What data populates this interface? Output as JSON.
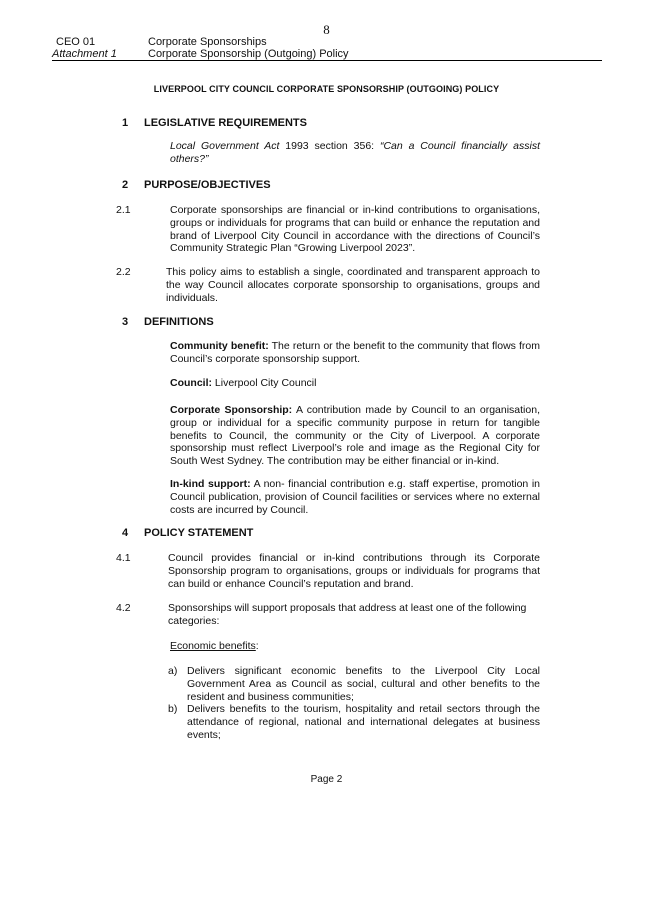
{
  "page_number_top": "8",
  "header": {
    "ref": "CEO 01",
    "attachment": "Attachment 1",
    "topic": "Corporate Sponsorships",
    "policy": "Corporate Sponsorship (Outgoing) Policy"
  },
  "title": "LIVERPOOL CITY COUNCIL CORPORATE SPONSORSHIP (OUTGOING) POLICY",
  "s1": {
    "num": "1",
    "heading": "LEGISLATIVE REQUIREMENTS",
    "act": "Local Government Act",
    "act_rest": " 1993 section 356: ",
    "quote": "“Can a Council financially assist others?”"
  },
  "s2": {
    "num": "2",
    "heading": "PURPOSE/OBJECTIVES",
    "p1_num": "2.1",
    "p1": "Corporate sponsorships are financial or in-kind contributions to organisations, groups or individuals for programs that can build or enhance the reputation and brand of Liverpool City Council in accordance with the directions of Council’s Community Strategic Plan “Growing Liverpool 2023”.",
    "p2_num": "2.2",
    "p2": "This policy aims to establish a single, coordinated and transparent approach to the way Council allocates corporate sponsorship to organisations, groups and individuals."
  },
  "s3": {
    "num": "3",
    "heading": "DEFINITIONS",
    "d1_term": "Community benefit:",
    "d1_text": " The return or the benefit to the community that flows from Council’s corporate sponsorship support.",
    "d2_term": "Council:",
    "d2_text": " Liverpool City Council",
    "d3_term": "Corporate Sponsorship:",
    "d3_text": " A contribution made by Council to an organisation, group or individual for a specific community purpose in return for tangible benefits to Council, the community or the City of Liverpool. A corporate sponsorship must reflect Liverpool’s role and image as the Regional City for South West Sydney. The contribution may be either financial or in-kind.",
    "d4_term": "In-kind support:",
    "d4_text": " A non- financial contribution e.g. staff expertise, promotion in Council publication, provision of Council facilities or services where no external costs are incurred by Council."
  },
  "s4": {
    "num": "4",
    "heading": "POLICY STATEMENT",
    "p1_num": "4.1",
    "p1": "Council provides financial or in-kind contributions through its Corporate Sponsorship program to organisations, groups or individuals for programs that can build or enhance Council’s reputation and brand.",
    "p2_num": "4.2",
    "p2": "Sponsorships will support proposals that address at least one of the following categories:",
    "sub_heading": "Economic benefits",
    "sub_colon": ":",
    "a_label": "a)",
    "a_text": "Delivers significant economic benefits to the Liverpool City Local Government Area as Council as social, cultural and other benefits to the resident and business communities;",
    "b_label": "b)",
    "b_text": "Delivers benefits to the tourism, hospitality and retail sectors through the attendance of regional, national and international delegates at business events;"
  },
  "footer": "Page 2"
}
